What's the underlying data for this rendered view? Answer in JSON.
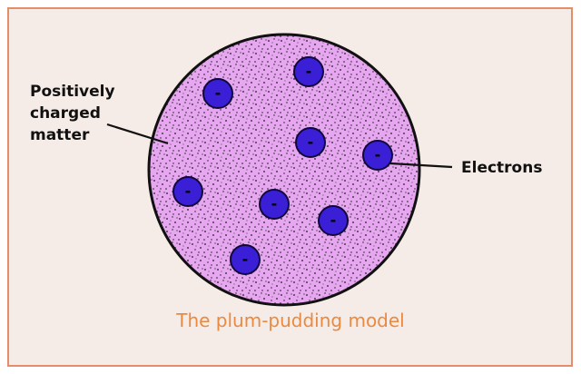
{
  "labels": {
    "positive_lines": [
      "Positively",
      "charged",
      "matter"
    ],
    "electrons": "Electrons",
    "electron_sign": "-"
  },
  "caption": "The plum-pudding model",
  "colors": {
    "frame_fill": "#f5ebe7",
    "frame_border": "#e58d6a",
    "sphere_fill": "#e7a7f0",
    "sphere_outline": "#111111",
    "electron_fill": "#3a1fd6",
    "electron_outline": "#10083a",
    "caption": "#e98a42"
  }
}
